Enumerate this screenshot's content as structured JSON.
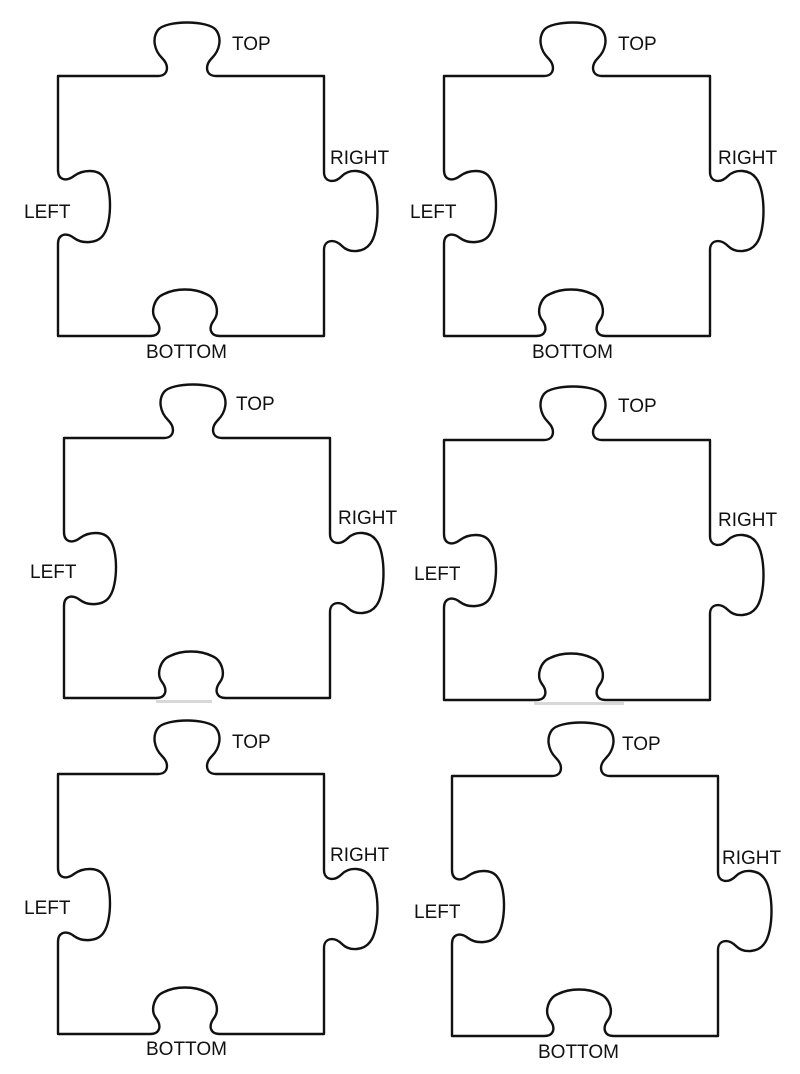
{
  "sheet": {
    "pieces": [
      {
        "id": "piece-1",
        "labels": {
          "top": "TOP",
          "right": "RIGHT",
          "bottom": "BOTTOM",
          "left": "LEFT"
        }
      },
      {
        "id": "piece-2",
        "labels": {
          "top": "TOP",
          "right": "RIGHT",
          "bottom": "BOTTOM",
          "left": "LEFT"
        }
      },
      {
        "id": "piece-3",
        "labels": {
          "top": "TOP",
          "right": "RIGHT",
          "bottom": "",
          "left": "LEFT"
        }
      },
      {
        "id": "piece-4",
        "labels": {
          "top": "TOP",
          "right": "RIGHT",
          "bottom": "",
          "left": "LEFT"
        }
      },
      {
        "id": "piece-5",
        "labels": {
          "top": "TOP",
          "right": "RIGHT",
          "bottom": "BOTTOM",
          "left": "LEFT"
        }
      },
      {
        "id": "piece-6",
        "labels": {
          "top": "TOP",
          "right": "RIGHT",
          "bottom": "BOTTOM",
          "left": "LEFT"
        }
      }
    ],
    "colors": {
      "outline": "#111111",
      "background": "#ffffff"
    }
  }
}
